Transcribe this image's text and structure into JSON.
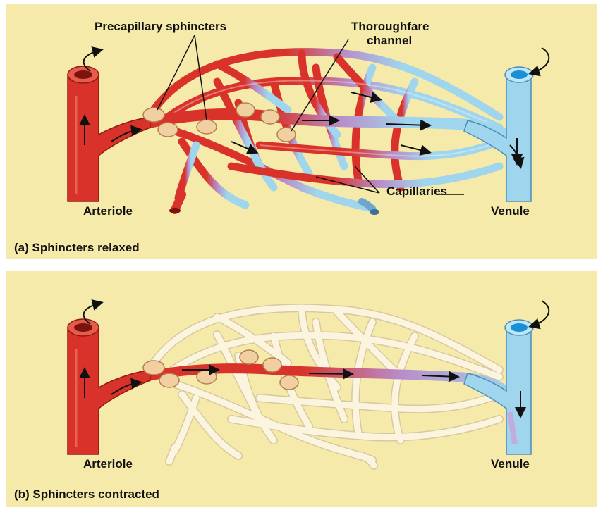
{
  "panel_a": {
    "caption": "(a) Sphincters relaxed",
    "labels": {
      "precapillary": "Precapillary sphincters",
      "thoroughfare_1": "Thoroughfare",
      "thoroughfare_2": "channel",
      "capillaries": "Capillaries",
      "arteriole": "Arteriole",
      "venule": "Venule"
    }
  },
  "panel_b": {
    "caption": "(b) Sphincters contracted",
    "labels": {
      "arteriole": "Arteriole",
      "venule": "Venule"
    }
  },
  "colors": {
    "background": "#f6eaaa",
    "arteriole": "#d8322a",
    "venule": "#9fd6ee",
    "sphincter": "#f2cfa0",
    "empty_capillary": "#fbf5df"
  }
}
